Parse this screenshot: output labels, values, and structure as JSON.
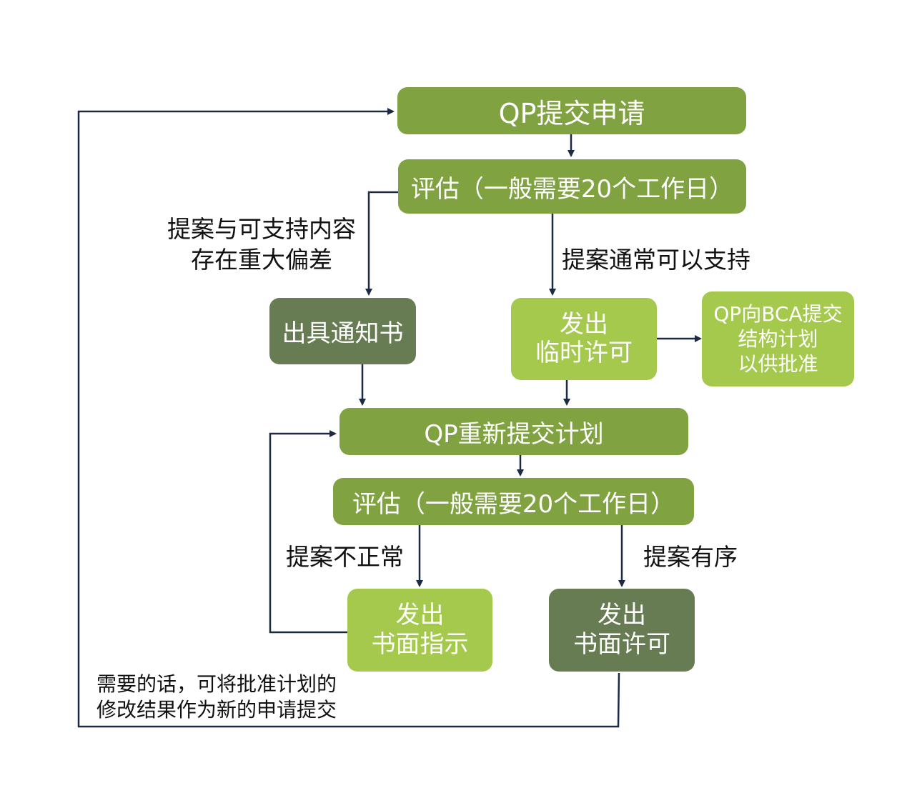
{
  "nodes": {
    "qp_submit": "QP提交申请",
    "assess_1": "评估（一般需要20个工作日）",
    "issue_notice": "出具通知书",
    "issue_provisional": "发出\n临时许可",
    "qp_to_bca": "QP向BCA提交\n结构计划\n以供批准",
    "qp_resubmit": "QP重新提交计划",
    "assess_2": "评估（一般需要20个工作日）",
    "issue_written_instruction": "发出\n书面指示",
    "issue_written_permit": "发出\n书面许可"
  },
  "edge_labels": {
    "major_deviation": "提案与可支持内容\n存在重大偏差",
    "usually_supported": "提案通常可以支持",
    "abnormal": "提案不正常",
    "orderly": "提案有序",
    "resubmit_note": "需要的话，可将批准计划的\n修改结果作为新的申请提交"
  },
  "colors": {
    "medium_green": "#80a241",
    "light_green": "#a4c94c",
    "dark_green": "#677c52",
    "connector": "#1d2a44"
  }
}
